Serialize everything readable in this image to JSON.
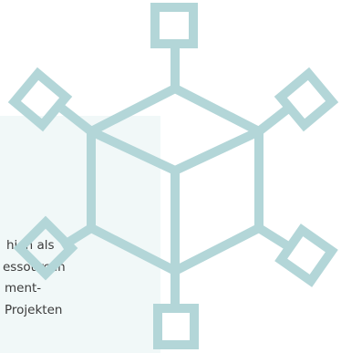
{
  "body_text": {
    "lines": [
      "hien als",
      "essourcen",
      "ment-",
      "Projekten"
    ]
  },
  "colors": {
    "card_background": "#f1f8f8",
    "graphic_stroke": "#b3d6d8",
    "text": "#3b3b3b"
  },
  "graphic": {
    "icon": "hexagonal-network-icon"
  }
}
